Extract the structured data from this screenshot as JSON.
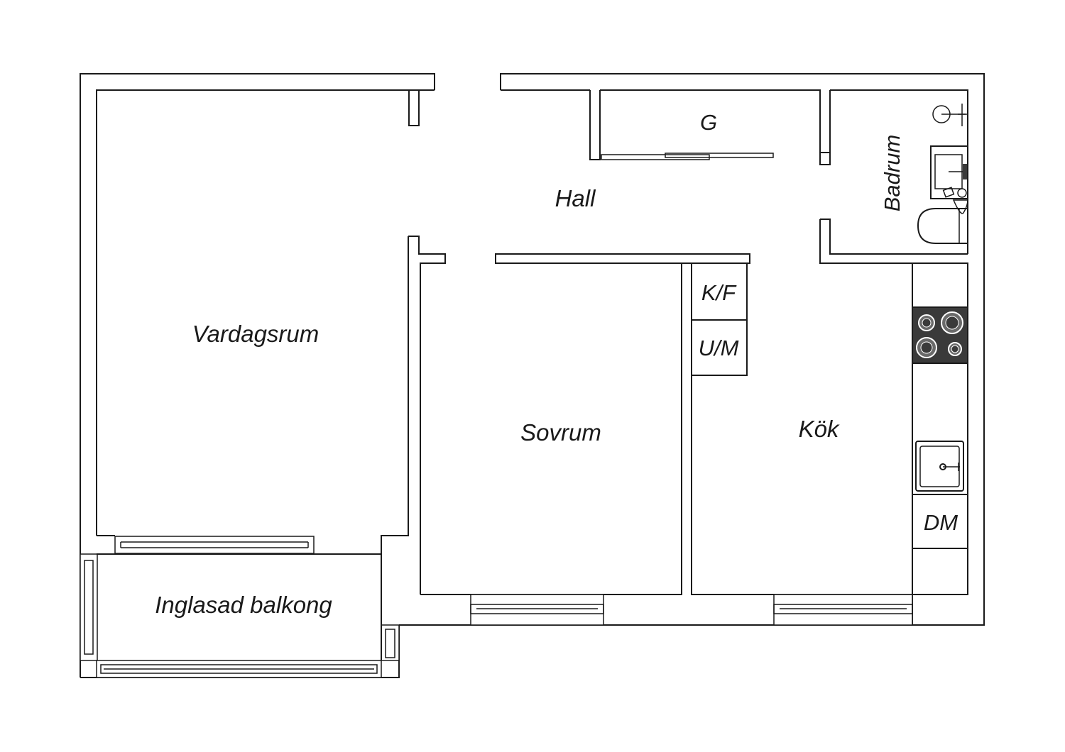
{
  "rooms": {
    "vardagsrum": "Vardagsrum",
    "hall": "Hall",
    "garderob": "G",
    "badrum": "Badrum",
    "kf": "K/F",
    "um": "U/M",
    "sovrum": "Sovrum",
    "kok": "Kök",
    "dm": "DM",
    "balkong": "Inglasad balkong"
  },
  "colors": {
    "line": "#1a1a1a",
    "background": "#ffffff",
    "stove": "#3a3a3a"
  },
  "icons": [
    "shower-icon",
    "washbasin-icon",
    "toilet-icon",
    "bathtub-icon",
    "stove-icon",
    "sink-icon"
  ]
}
